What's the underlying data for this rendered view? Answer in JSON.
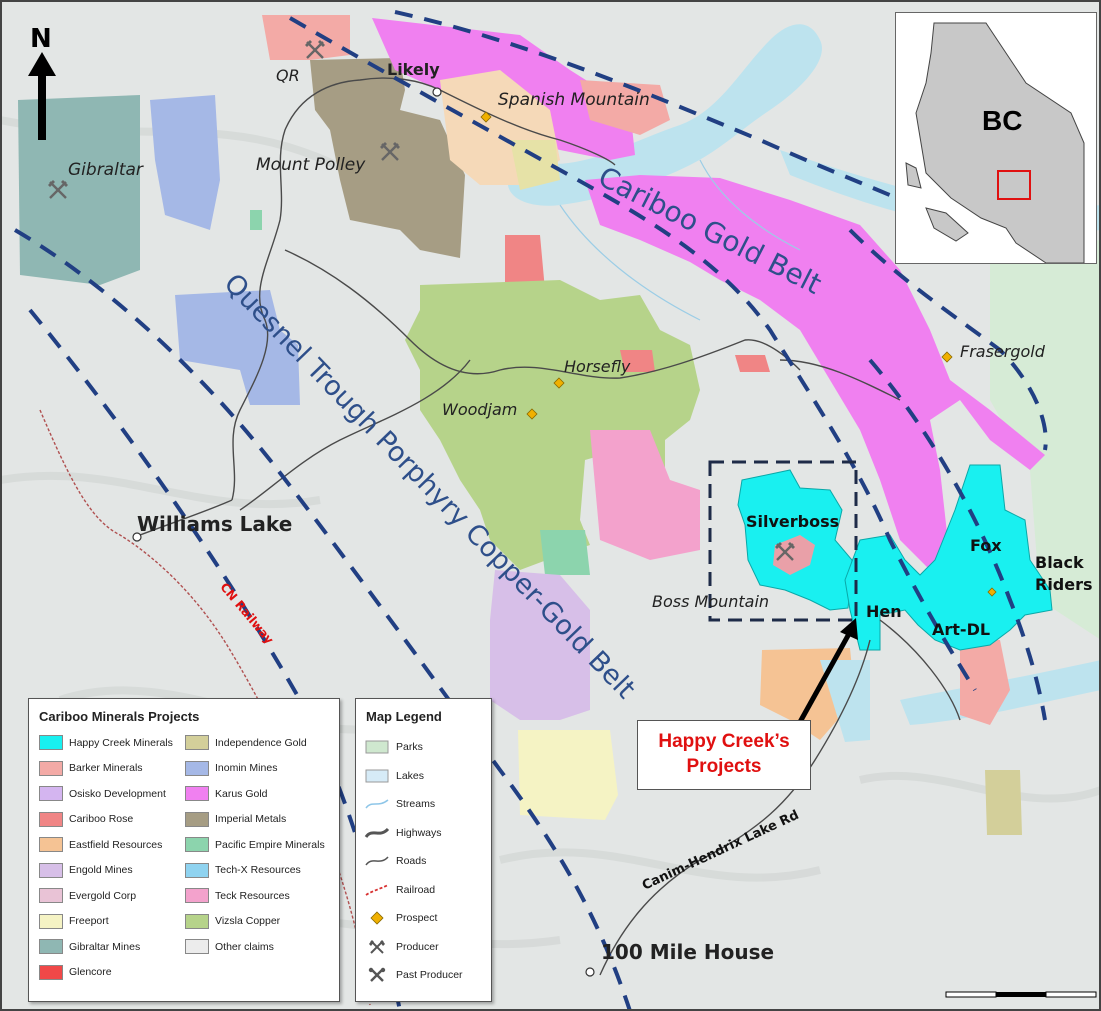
{
  "north_label": "N",
  "belts": {
    "cariboo": "Cariboo Gold Belt",
    "quesnel": "Quesnel Trough Porphyry Copper-Gold Belt"
  },
  "towns": {
    "likely": "Likely",
    "horsefly": "Horsefly",
    "williams_lake": "Williams Lake",
    "hundred_mile": "100 Mile House"
  },
  "mines": {
    "qr": "QR",
    "mount_polley": "Mount Polley",
    "gibraltar": "Gibraltar",
    "spanish_mountain": "Spanish Mountain",
    "woodjam": "Woodjam",
    "frasergold": "Frasergold",
    "boss_mountain": "Boss Mountain"
  },
  "projects": {
    "silverboss": "Silverboss",
    "fox": "Fox",
    "black_riders": "Black\nRiders",
    "hen": "Hen",
    "art_dl": "Art-DL"
  },
  "roads": {
    "canim": "Canim-Hendrix  Lake Rd",
    "cn_railway": "CN Railway"
  },
  "callout": "Happy Creek’s\nProjects",
  "inset": {
    "label": "BC"
  },
  "cariboo_legend": {
    "title": "Cariboo Minerals Projects",
    "items": [
      {
        "label": "Happy Creek Minerals",
        "color": "#19f0f0"
      },
      {
        "label": "Barker Minerals",
        "color": "#f3aaa6"
      },
      {
        "label": "Osisko Development",
        "color": "#d4b5f0"
      },
      {
        "label": "Cariboo Rose",
        "color": "#f08585"
      },
      {
        "label": "Eastfield Resources",
        "color": "#f5c394"
      },
      {
        "label": "Engold Mines",
        "color": "#d7bfe8"
      },
      {
        "label": "Evergold Corp",
        "color": "#e9c3d6"
      },
      {
        "label": "Freeport",
        "color": "#f5f3c4"
      },
      {
        "label": "Gibraltar Mines",
        "color": "#8fb7b3"
      },
      {
        "label": "Glencore",
        "color": "#f04848"
      },
      {
        "label": "Independence Gold",
        "color": "#d3cf9a"
      },
      {
        "label": "Inomin Mines",
        "color": "#a5b8e6"
      },
      {
        "label": "Karus Gold",
        "color": "#f080f0"
      },
      {
        "label": "Imperial Metals",
        "color": "#a69d84"
      },
      {
        "label": "Pacific Empire Minerals",
        "color": "#8cd4ad"
      },
      {
        "label": "Tech-X Resources",
        "color": "#8fd3f0"
      },
      {
        "label": "Teck Resources",
        "color": "#f3a2cc"
      },
      {
        "label": "Vizsla Copper",
        "color": "#b6d38a"
      },
      {
        "label": "Other claims",
        "color": "#ececec"
      }
    ]
  },
  "map_legend": {
    "title": "Map Legend",
    "items": [
      {
        "label": "Parks",
        "icon": "park-swatch",
        "color": "#cfe8cf"
      },
      {
        "label": "Lakes",
        "icon": "lake-swatch",
        "color": "#d6ebf7"
      },
      {
        "label": "Streams",
        "icon": "stream-line-icon",
        "color": "#8ec6e8"
      },
      {
        "label": "Highways",
        "icon": "highway-line-icon",
        "color": "#555555"
      },
      {
        "label": "Roads",
        "icon": "road-line-icon",
        "color": "#555555"
      },
      {
        "label": "Railroad",
        "icon": "railroad-line-icon",
        "color": "#d83030"
      },
      {
        "label": "Prospect",
        "icon": "prospect-diamond-icon",
        "color": "#f0b000"
      },
      {
        "label": "Producer",
        "icon": "producer-pickaxe-icon",
        "color": "#555555"
      },
      {
        "label": "Past Producer",
        "icon": "past-producer-pickaxe-icon",
        "color": "#555555"
      }
    ]
  }
}
